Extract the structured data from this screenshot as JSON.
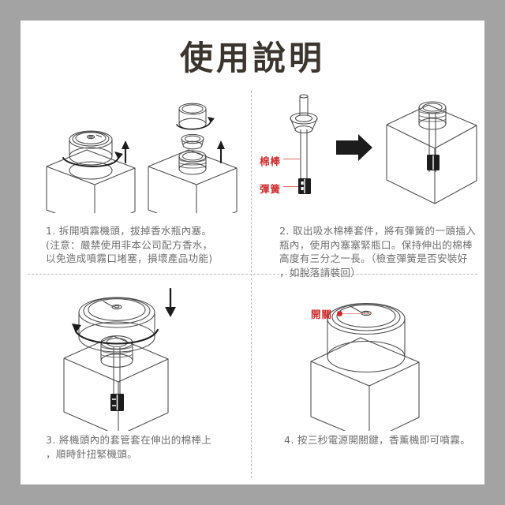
{
  "document": {
    "title": "使用說明",
    "border_color": "#a3a3a3",
    "page_background": "#ffffff",
    "caption_color": "#6f6f6f",
    "label_color": "#cc2b2b",
    "line_color": "#4a4a4a"
  },
  "panels": [
    {
      "id": "panel-1",
      "step_number": "1",
      "caption": "1. 拆開噴霧機頭，拔掉香水瓶內塞。\n(注意：嚴禁使用非本公司配方香水，\n以免造成噴霧口堵塞，損壞產品功能)",
      "annotations": [],
      "illustration": "two perfume bottles: left with spray head lifted and rotating, right with inner stopper being removed"
    },
    {
      "id": "panel-2",
      "step_number": "2",
      "caption": "2. 取出吸水棉棒套件，將有彈簧的一頭插入\n瓶內，使用內塞塞緊瓶口。保持伸出的棉棒\n高度有三分之一長。（檢查彈簧是否安裝好\n，如脫落請裝回）",
      "annotations": [
        {
          "id": "label-cotton-swab",
          "text": "棉棒"
        },
        {
          "id": "label-spring",
          "text": "彈簧"
        }
      ],
      "illustration": "cotton swab wick assembly with spring, black right arrow, inserted into bottle"
    },
    {
      "id": "panel-3",
      "step_number": "3",
      "caption": "3. 將機頭內的套管套在伸出的棉棒上\n，順時針扭緊機頭。",
      "annotations": [],
      "illustration": "spray head lowered and twisted clockwise onto the wick on the bottle"
    },
    {
      "id": "panel-4",
      "step_number": "4",
      "caption": "4. 按三秒電源開關鍵，香薰機即可噴霧。",
      "annotations": [
        {
          "id": "label-power-switch",
          "text": "開關"
        }
      ],
      "illustration": "fully assembled diffuser with power switch on top of the head"
    }
  ]
}
